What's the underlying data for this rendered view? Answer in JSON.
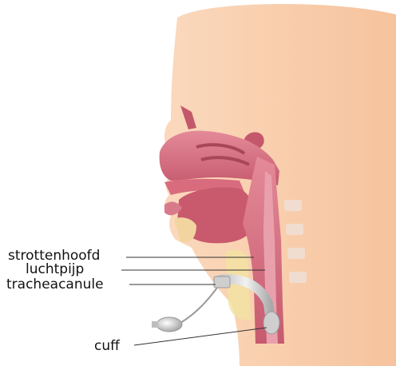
{
  "labels": {
    "larynx": "strottenhoofd",
    "trachea": "luchtpijp",
    "tracheal_cannula": "tracheacanule",
    "cuff": "cuff"
  },
  "colors": {
    "skin": "#f8cba6",
    "tissue_pink": "#e2788a",
    "tissue_dark": "#b84c60",
    "airway_inner": "#d56b7c",
    "throat_light": "#f2e2a0",
    "cannula": "#d7d7d7",
    "leader_line": "#333333"
  }
}
